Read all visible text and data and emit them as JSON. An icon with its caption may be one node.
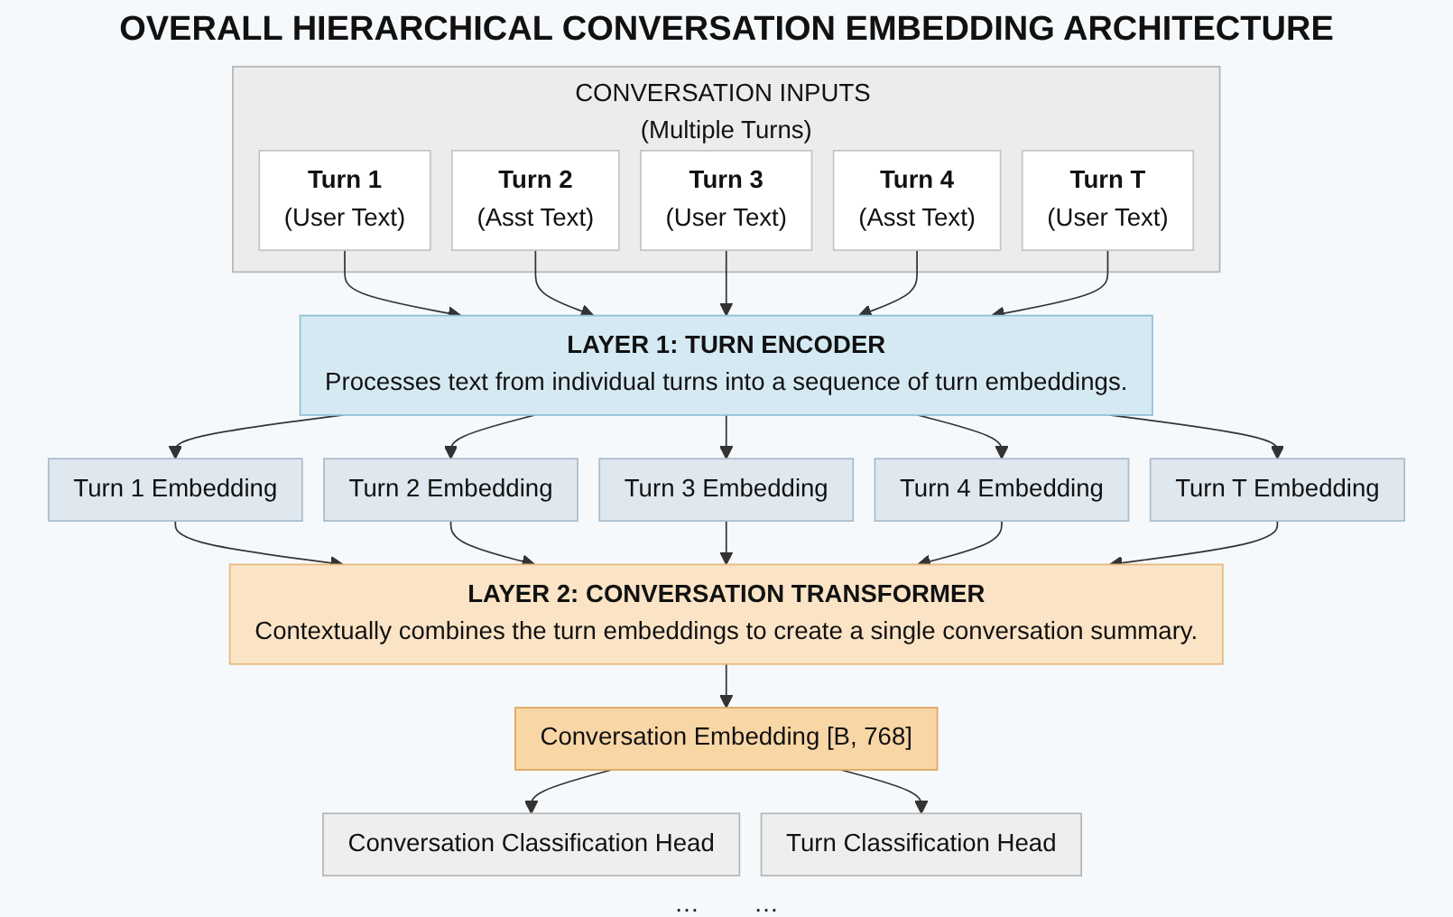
{
  "diagram": {
    "title": "OVERALL HIERARCHICAL CONVERSATION EMBEDDING ARCHITECTURE",
    "nodes": [
      {
        "text": [
          "CONVERSATION INPUTS (Multiple Turns)"
        ]
      },
      {
        "text": [
          "Turn 1",
          "(User Text)"
        ],
        "in": 0
      },
      {
        "text": [
          "Turn 2",
          "(Asst Text)"
        ],
        "in": 0
      },
      {
        "text": [
          "Turn 3",
          "(User Text)"
        ],
        "in": 0
      },
      {
        "text": [
          "Turn 4",
          "(Asst Text)"
        ],
        "in": 0
      },
      {
        "text": [
          "Turn T",
          "(User Text)"
        ],
        "in": 0
      },
      {
        "text": [
          "LAYER 1: TURN ENCODER",
          "Processes text from individual turns into a sequence of turn embeddings."
        ]
      },
      {
        "text": [
          "Turn 1 Embedding"
        ]
      },
      {
        "text": [
          "Turn 2 Embedding"
        ]
      },
      {
        "text": [
          "Turn 3 Embedding"
        ]
      },
      {
        "text": [
          "Turn 4 Embedding"
        ]
      },
      {
        "text": [
          "Turn T Embedding"
        ]
      },
      {
        "text": [
          "LAYER 2: CONVERSATION TRANSFORMER",
          "Contextually combines the turn embeddings to create a single conversation summary."
        ]
      },
      {
        "text": [
          "Conversation Embedding [B, 768]"
        ]
      },
      {
        "text": [
          "Conversation Classification Head"
        ]
      },
      {
        "text": [
          "Turn Classification Head"
        ]
      }
    ],
    "edges": [
      {
        "from": 1,
        "to": 6,
        "arrow": "to"
      },
      {
        "from": 2,
        "to": 6,
        "arrow": "to"
      },
      {
        "from": 3,
        "to": 6,
        "arrow": "to"
      },
      {
        "from": 4,
        "to": 6,
        "arrow": "to"
      },
      {
        "from": 5,
        "to": 6,
        "arrow": "to"
      },
      {
        "from": 6,
        "to": 7,
        "arrow": "to"
      },
      {
        "from": 6,
        "to": 8,
        "arrow": "to"
      },
      {
        "from": 6,
        "to": 9,
        "arrow": "to"
      },
      {
        "from": 6,
        "to": 10,
        "arrow": "to"
      },
      {
        "from": 6,
        "to": 11,
        "arrow": "to"
      },
      {
        "from": 7,
        "to": 12,
        "arrow": "to"
      },
      {
        "from": 8,
        "to": 12,
        "arrow": "to"
      },
      {
        "from": 9,
        "to": 12,
        "arrow": "to"
      },
      {
        "from": 10,
        "to": 12,
        "arrow": "to"
      },
      {
        "from": 11,
        "to": 12,
        "arrow": "to"
      },
      {
        "from": 12,
        "to": 13,
        "arrow": "to"
      },
      {
        "from": 13,
        "to": 14,
        "arrow": "to"
      },
      {
        "from": 13,
        "to": 15,
        "arrow": "to"
      }
    ],
    "labels": [
      "…",
      "…"
    ]
  }
}
